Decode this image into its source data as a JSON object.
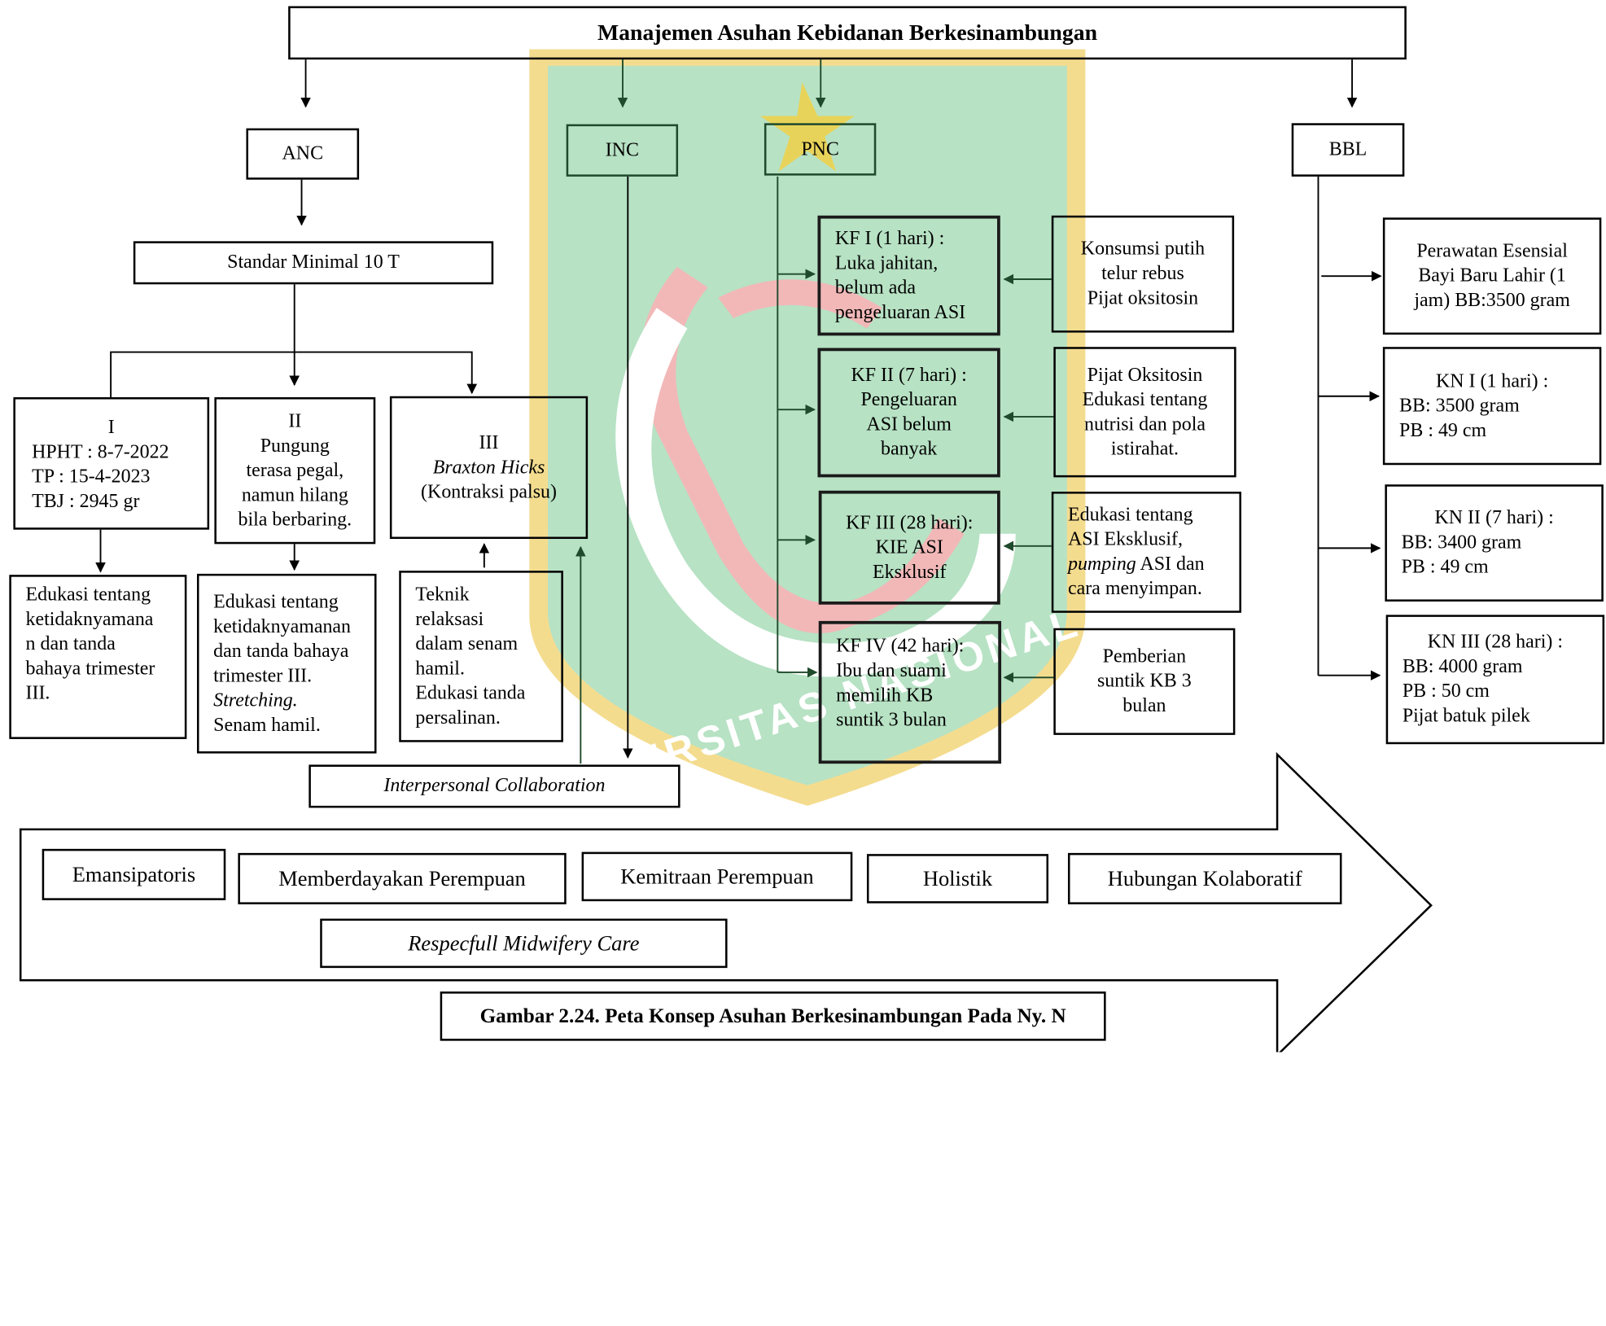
{
  "title": "Manajemen Asuhan Kebidanan Berkesinambungan",
  "branches": {
    "anc": "ANC",
    "inc": "INC",
    "pnc": "PNC",
    "bbl": "BBL"
  },
  "anc": {
    "standard": "Standar Minimal 10 T",
    "visit1": [
      "I",
      "HPHT : 8-7-2022",
      "TP : 15-4-2023",
      "TBJ : 2945 gr"
    ],
    "visit2": [
      "II",
      "Pungung",
      "terasa pegal,",
      "namun hilang",
      "bila berbaring."
    ],
    "visit3": [
      "III",
      "Braxton Hicks",
      "(Kontraksi palsu)"
    ],
    "action1": [
      "Edukasi tentang",
      "ketidaknyamana",
      "n dan tanda",
      "bahaya trimester",
      "III."
    ],
    "action2": [
      "Edukasi tentang",
      "ketidaknyamanan",
      "dan tanda bahaya",
      "trimester III.",
      "Stretching.",
      "Senam hamil."
    ],
    "action3": [
      "Teknik",
      "relaksasi",
      "dalam senam",
      "hamil.",
      "Edukasi tanda",
      "persalinan."
    ]
  },
  "inc": {
    "collab": "Interpersonal Collaboration"
  },
  "pnc": {
    "kf1": [
      "KF I (1 hari) :",
      "Luka jahitan,",
      "belum ada",
      "pengeluaran ASI"
    ],
    "kf2": [
      "KF II (7 hari) :",
      "Pengeluaran",
      "ASI belum",
      "banyak"
    ],
    "kf3": [
      "KF III (28 hari):",
      "KIE ASI",
      "Eksklusif"
    ],
    "kf4": [
      "KF IV (42 hari):",
      "Ibu dan suami",
      "memilih KB",
      "suntik 3 bulan"
    ],
    "care1": [
      "Konsumsi putih",
      "telur rebus",
      "Pijat oksitosin"
    ],
    "care2": [
      "Pijat Oksitosin",
      "Edukasi tentang",
      "nutrisi dan pola",
      "istirahat."
    ],
    "care3": [
      "Edukasi tentang",
      "ASI Eksklusif,",
      "pumping ASI dan",
      "cara menyimpan."
    ],
    "care4": [
      "Pemberian",
      "suntik KB 3",
      "bulan"
    ]
  },
  "bbl": {
    "esensial": [
      "Perawatan Esensial",
      "Bayi Baru Lahir (1",
      "jam) BB:3500 gram"
    ],
    "kn1": [
      "KN I (1 hari) :",
      "BB: 3500 gram",
      "PB : 49 cm"
    ],
    "kn2": [
      "KN II (7 hari) :",
      "BB: 3400 gram",
      "PB : 49 cm"
    ],
    "kn3": [
      "KN III (28 hari) :",
      "BB: 4000 gram",
      "PB : 50 cm",
      "Pijat batuk pilek"
    ]
  },
  "principles": [
    "Emansipatoris",
    "Memberdayakan Perempuan",
    "Kemitraan Perempuan",
    "Holistik",
    "Hubungan Kolaboratif"
  ],
  "respectful": "Respecfull Midwifery Care",
  "caption": "Gambar 2.24. Peta Konsep Asuhan Berkesinambungan Pada Ny. N",
  "watermark": {
    "text": "UNIVERSITAS NASIONAL",
    "colors": {
      "shield": "#b7e2c4",
      "gold": "#f4dc8f",
      "red": "#f2b8b8",
      "star": "#e8d35a"
    }
  }
}
